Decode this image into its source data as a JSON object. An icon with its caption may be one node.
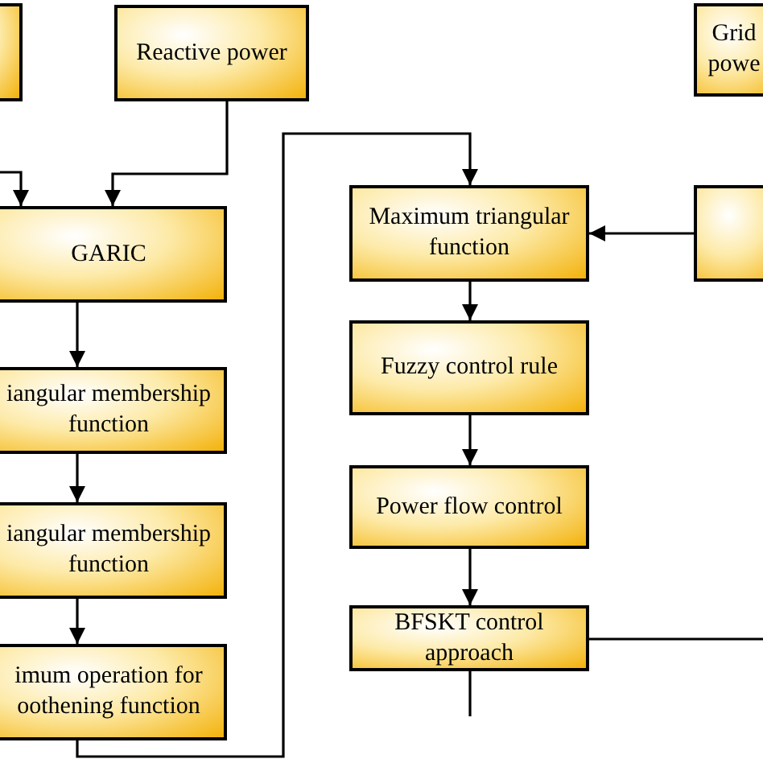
{
  "diagram": {
    "nodes": [
      {
        "text": [],
        "shape": "box"
      },
      {
        "text": [
          "Reactive power"
        ]
      },
      {
        "text": [
          "Grid powe"
        ]
      },
      {
        "text": [
          "GARIC"
        ]
      },
      {
        "text": [
          "iangular membership function"
        ]
      },
      {
        "text": [
          "iangular membership function"
        ]
      },
      {
        "text": [
          "imum operation for oothening function"
        ]
      },
      {
        "text": [
          "Maximum triangular function"
        ]
      },
      {
        "text": [
          "Fuzzy control rule"
        ]
      },
      {
        "text": [
          "Power flow control"
        ]
      },
      {
        "text": [
          "BFSKT control approach"
        ]
      },
      {
        "text": [],
        "shape": "box"
      }
    ],
    "edges": [
      {
        "from": null,
        "to": 3,
        "arrow": "to"
      },
      {
        "from": 1,
        "to": 3,
        "arrow": "to"
      },
      {
        "from": 3,
        "to": 4,
        "arrow": "to"
      },
      {
        "from": 4,
        "to": 5,
        "arrow": "to"
      },
      {
        "from": 5,
        "to": 6,
        "arrow": "to"
      },
      {
        "from": 6,
        "to": 7,
        "arrow": "to"
      },
      {
        "from": 11,
        "to": 7,
        "arrow": "to"
      },
      {
        "from": 7,
        "to": 8,
        "arrow": "to"
      },
      {
        "from": 8,
        "to": 9,
        "arrow": "to"
      },
      {
        "from": 9,
        "to": 10,
        "arrow": "to"
      },
      {
        "from": 10,
        "to": null,
        "arrow": "none"
      },
      {
        "from": 10,
        "to": null,
        "arrow": "none"
      }
    ]
  }
}
